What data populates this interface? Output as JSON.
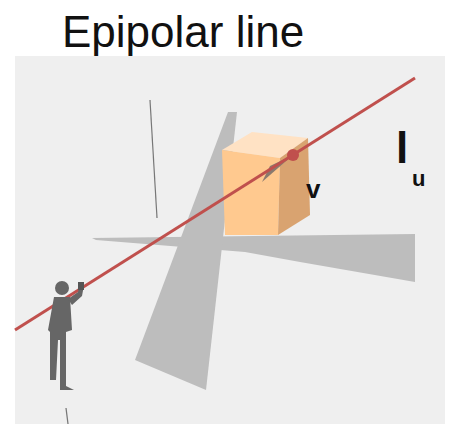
{
  "diagram": {
    "labels": [
      "Epipolar line",
      "v",
      "l",
      "u"
    ]
  }
}
